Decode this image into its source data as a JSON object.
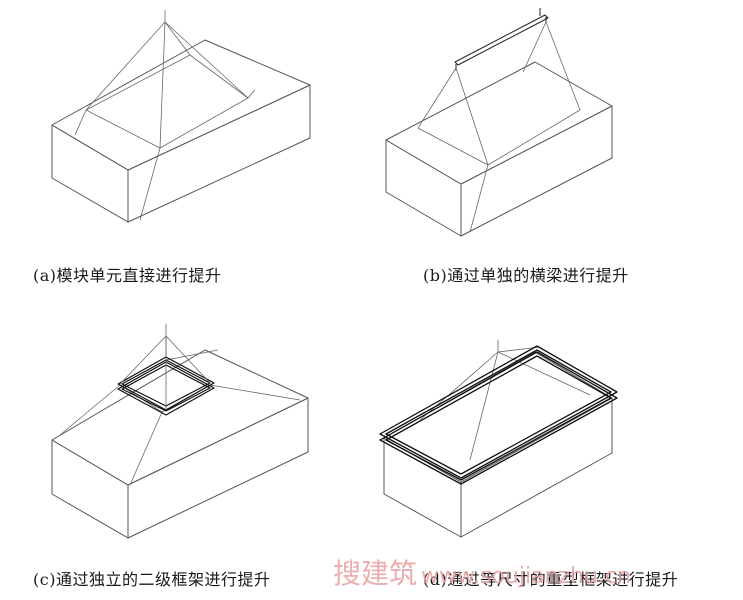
{
  "captions": {
    "a": "(a)模块单元直接进行提升",
    "b": "(b)通过单独的横梁进行提升",
    "c": "(c)通过独立的二级框架进行提升",
    "d": "(d)通过等尺寸的重型框架进行提升"
  },
  "watermark": {
    "text": "搜建筑",
    "url": "www.soujianzhu.cn"
  },
  "colors": {
    "line": "#555555",
    "frame": "#111111",
    "watermark": "#e8a0a0"
  }
}
